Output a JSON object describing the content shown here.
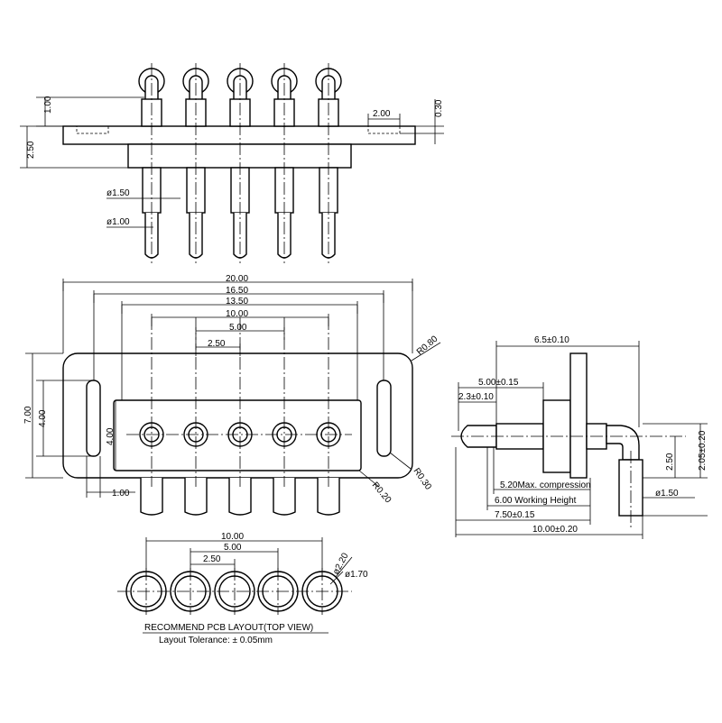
{
  "top_view": {
    "dim_1_00": "1.00",
    "dim_2_50": "2.50",
    "dim_2_00": "2.00",
    "dim_0_30": "0.30",
    "dim_phi_1_50": "ø1.50",
    "dim_phi_1_00": "ø1.00"
  },
  "front_view": {
    "dim_20_00": "20.00",
    "dim_16_50": "16.50",
    "dim_13_50": "13.50",
    "dim_10_00": "10.00",
    "dim_5_00": "5.00",
    "dim_2_50": "2.50",
    "dim_r080": "R0.80",
    "dim_7_00": "7.00",
    "dim_4_00_left": "4.00",
    "dim_4_00_inner": "4.00",
    "dim_1_00": "1.00",
    "dim_r020": "R0.20",
    "dim_r030": "R0.30"
  },
  "side_view": {
    "dim_6_5": "6.5±0.10",
    "dim_5_00": "5.00±0.15",
    "dim_2_3": "2.3±0.10",
    "dim_2_05": "2.05±0.20",
    "dim_2_50": "2.50",
    "dim_compression": "5.20Max. compression",
    "dim_working": "6.00 Working Height",
    "dim_phi_1_50": "ø1.50",
    "dim_7_50": "7.50±0.15",
    "dim_10_00": "10.00±0.20"
  },
  "pcb_layout": {
    "dim_10_00": "10.00",
    "dim_5_00": "5.00",
    "dim_2_50": "2.50",
    "dim_phi_2_20": "ø2.20",
    "dim_phi_1_70": "ø1.70",
    "title": "RECOMMEND PCB LAYOUT(TOP VIEW)",
    "tolerance": "Layout Tolerance: ± 0.05mm"
  }
}
